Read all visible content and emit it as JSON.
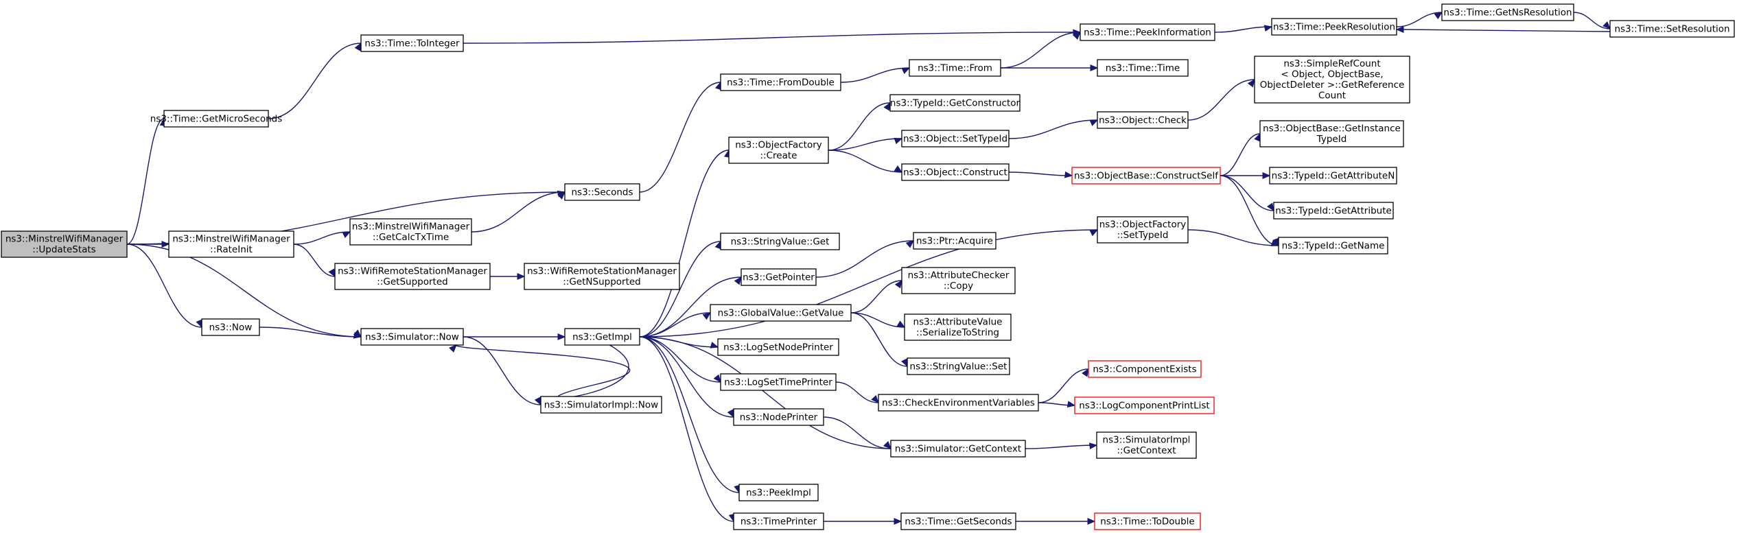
{
  "graph": {
    "root": "n_root",
    "nodes": [
      {
        "id": "n_root",
        "lines": [
          "ns3::MinstrelWifiManager",
          "::UpdateStats"
        ],
        "style": "root"
      },
      {
        "id": "n_getmicro",
        "lines": [
          "ns3::Time::GetMicroSeconds"
        ]
      },
      {
        "id": "n_tointeger",
        "lines": [
          "ns3::Time::ToInteger"
        ]
      },
      {
        "id": "n_seconds",
        "lines": [
          "ns3::Seconds"
        ]
      },
      {
        "id": "n_rateinit",
        "lines": [
          "ns3::MinstrelWifiManager",
          "::RateInit"
        ]
      },
      {
        "id": "n_calctx",
        "lines": [
          "ns3::MinstrelWifiManager",
          "::GetCalcTxTime"
        ]
      },
      {
        "id": "n_getsupp",
        "lines": [
          "ns3::WifiRemoteStationManager",
          "::GetSupported"
        ]
      },
      {
        "id": "n_getnsupp",
        "lines": [
          "ns3::WifiRemoteStationManager",
          "::GetNSupported"
        ]
      },
      {
        "id": "n_now",
        "lines": [
          "ns3::Now"
        ]
      },
      {
        "id": "n_simnow",
        "lines": [
          "ns3::Simulator::Now"
        ]
      },
      {
        "id": "n_simimplnow",
        "lines": [
          "ns3::SimulatorImpl::Now"
        ]
      },
      {
        "id": "n_getimpl",
        "lines": [
          "ns3::GetImpl"
        ]
      },
      {
        "id": "n_fromdouble",
        "lines": [
          "ns3::Time::FromDouble"
        ]
      },
      {
        "id": "n_timefrom",
        "lines": [
          "ns3::Time::From"
        ]
      },
      {
        "id": "n_timetime",
        "lines": [
          "ns3::Time::Time"
        ]
      },
      {
        "id": "n_peekinfo",
        "lines": [
          "ns3::Time::PeekInformation"
        ]
      },
      {
        "id": "n_peekres",
        "lines": [
          "ns3::Time::PeekResolution"
        ]
      },
      {
        "id": "n_getnsres",
        "lines": [
          "ns3::Time::GetNsResolution"
        ]
      },
      {
        "id": "n_setres",
        "lines": [
          "ns3::Time::SetResolution"
        ]
      },
      {
        "id": "n_ofcreate",
        "lines": [
          "ns3::ObjectFactory",
          "::Create"
        ]
      },
      {
        "id": "n_getctor",
        "lines": [
          "ns3::TypeId::GetConstructor"
        ]
      },
      {
        "id": "n_settypeid",
        "lines": [
          "ns3::Object::SetTypeId"
        ]
      },
      {
        "id": "n_construct",
        "lines": [
          "ns3::Object::Construct"
        ]
      },
      {
        "id": "n_check",
        "lines": [
          "ns3::Object::Check"
        ]
      },
      {
        "id": "n_simpleref",
        "lines": [
          "ns3::SimpleRefCount",
          "< Object, ObjectBase,",
          "ObjectDeleter >::GetReference",
          "Count"
        ]
      },
      {
        "id": "n_getinst",
        "lines": [
          "ns3::ObjectBase::GetInstance",
          "TypeId"
        ]
      },
      {
        "id": "n_constructself",
        "lines": [
          "ns3::ObjectBase::ConstructSelf"
        ],
        "style": "red"
      },
      {
        "id": "n_getattrn",
        "lines": [
          "ns3::TypeId::GetAttributeN"
        ]
      },
      {
        "id": "n_getattr",
        "lines": [
          "ns3::TypeId::GetAttribute"
        ]
      },
      {
        "id": "n_getname",
        "lines": [
          "ns3::TypeId::GetName"
        ]
      },
      {
        "id": "n_ofsettype",
        "lines": [
          "ns3::ObjectFactory",
          "::SetTypeId"
        ]
      },
      {
        "id": "n_svget",
        "lines": [
          "ns3::StringValue::Get"
        ]
      },
      {
        "id": "n_getpointer",
        "lines": [
          "ns3::GetPointer"
        ]
      },
      {
        "id": "n_ptracq",
        "lines": [
          "ns3::Ptr::Acquire"
        ]
      },
      {
        "id": "n_gvget",
        "lines": [
          "ns3::GlobalValue::GetValue"
        ]
      },
      {
        "id": "n_accopy",
        "lines": [
          "ns3::AttributeChecker",
          "::Copy"
        ]
      },
      {
        "id": "n_avser",
        "lines": [
          "ns3::AttributeValue",
          "::SerializeToString"
        ]
      },
      {
        "id": "n_svset",
        "lines": [
          "ns3::StringValue::Set"
        ]
      },
      {
        "id": "n_lognode",
        "lines": [
          "ns3::LogSetNodePrinter"
        ]
      },
      {
        "id": "n_logtime",
        "lines": [
          "ns3::LogSetTimePrinter"
        ]
      },
      {
        "id": "n_checkenv",
        "lines": [
          "ns3::CheckEnvironmentVariables"
        ]
      },
      {
        "id": "n_compexists",
        "lines": [
          "ns3::ComponentExists"
        ],
        "style": "red"
      },
      {
        "id": "n_logcomp",
        "lines": [
          "ns3::LogComponentPrintList"
        ],
        "style": "red"
      },
      {
        "id": "n_nodeprinter",
        "lines": [
          "ns3::NodePrinter"
        ]
      },
      {
        "id": "n_simctx",
        "lines": [
          "ns3::Simulator::GetContext"
        ]
      },
      {
        "id": "n_simimplctx",
        "lines": [
          "ns3::SimulatorImpl",
          "::GetContext"
        ]
      },
      {
        "id": "n_peekimpl",
        "lines": [
          "ns3::PeekImpl"
        ]
      },
      {
        "id": "n_timeprinter",
        "lines": [
          "ns3::TimePrinter"
        ]
      },
      {
        "id": "n_getsecs",
        "lines": [
          "ns3::Time::GetSeconds"
        ]
      },
      {
        "id": "n_todouble",
        "lines": [
          "ns3::Time::ToDouble"
        ],
        "style": "red"
      }
    ],
    "edges": [
      [
        "n_root",
        "n_getmicro"
      ],
      [
        "n_root",
        "n_seconds"
      ],
      [
        "n_root",
        "n_rateinit"
      ],
      [
        "n_root",
        "n_now"
      ],
      [
        "n_root",
        "n_simnow"
      ],
      [
        "n_getmicro",
        "n_tointeger"
      ],
      [
        "n_tointeger",
        "n_peekinfo"
      ],
      [
        "n_rateinit",
        "n_calctx"
      ],
      [
        "n_rateinit",
        "n_getsupp"
      ],
      [
        "n_calctx",
        "n_seconds"
      ],
      [
        "n_getsupp",
        "n_getnsupp"
      ],
      [
        "n_seconds",
        "n_fromdouble"
      ],
      [
        "n_fromdouble",
        "n_timefrom"
      ],
      [
        "n_timefrom",
        "n_peekinfo"
      ],
      [
        "n_timefrom",
        "n_timetime"
      ],
      [
        "n_peekinfo",
        "n_peekres"
      ],
      [
        "n_peekres",
        "n_getnsres"
      ],
      [
        "n_getnsres",
        "n_setres"
      ],
      [
        "n_setres",
        "n_peekres"
      ],
      [
        "n_now",
        "n_simnow"
      ],
      [
        "n_simnow",
        "n_getimpl"
      ],
      [
        "n_simnow",
        "n_simimplnow"
      ],
      [
        "n_getimpl",
        "n_ofcreate"
      ],
      [
        "n_getimpl",
        "n_ofsettype"
      ],
      [
        "n_getimpl",
        "n_svget"
      ],
      [
        "n_getimpl",
        "n_getpointer"
      ],
      [
        "n_getimpl",
        "n_gvget"
      ],
      [
        "n_getimpl",
        "n_lognode"
      ],
      [
        "n_getimpl",
        "n_logtime"
      ],
      [
        "n_getimpl",
        "n_nodeprinter"
      ],
      [
        "n_getimpl",
        "n_simctx"
      ],
      [
        "n_getimpl",
        "n_peekimpl"
      ],
      [
        "n_getimpl",
        "n_timeprinter"
      ],
      [
        "n_getimpl",
        "n_simnow"
      ],
      [
        "n_ofcreate",
        "n_getctor"
      ],
      [
        "n_ofcreate",
        "n_settypeid"
      ],
      [
        "n_ofcreate",
        "n_construct"
      ],
      [
        "n_settypeid",
        "n_check"
      ],
      [
        "n_check",
        "n_simpleref"
      ],
      [
        "n_construct",
        "n_constructself"
      ],
      [
        "n_constructself",
        "n_getinst"
      ],
      [
        "n_constructself",
        "n_getattrn"
      ],
      [
        "n_constructself",
        "n_getattr"
      ],
      [
        "n_constructself",
        "n_getname"
      ],
      [
        "n_ofsettype",
        "n_getname"
      ],
      [
        "n_getpointer",
        "n_ptracq"
      ],
      [
        "n_gvget",
        "n_accopy"
      ],
      [
        "n_gvget",
        "n_avser"
      ],
      [
        "n_gvget",
        "n_svset"
      ],
      [
        "n_logtime",
        "n_checkenv"
      ],
      [
        "n_checkenv",
        "n_compexists"
      ],
      [
        "n_checkenv",
        "n_logcomp"
      ],
      [
        "n_nodeprinter",
        "n_simctx"
      ],
      [
        "n_simctx",
        "n_simimplctx"
      ],
      [
        "n_timeprinter",
        "n_getsecs"
      ],
      [
        "n_getsecs",
        "n_todouble"
      ]
    ]
  }
}
